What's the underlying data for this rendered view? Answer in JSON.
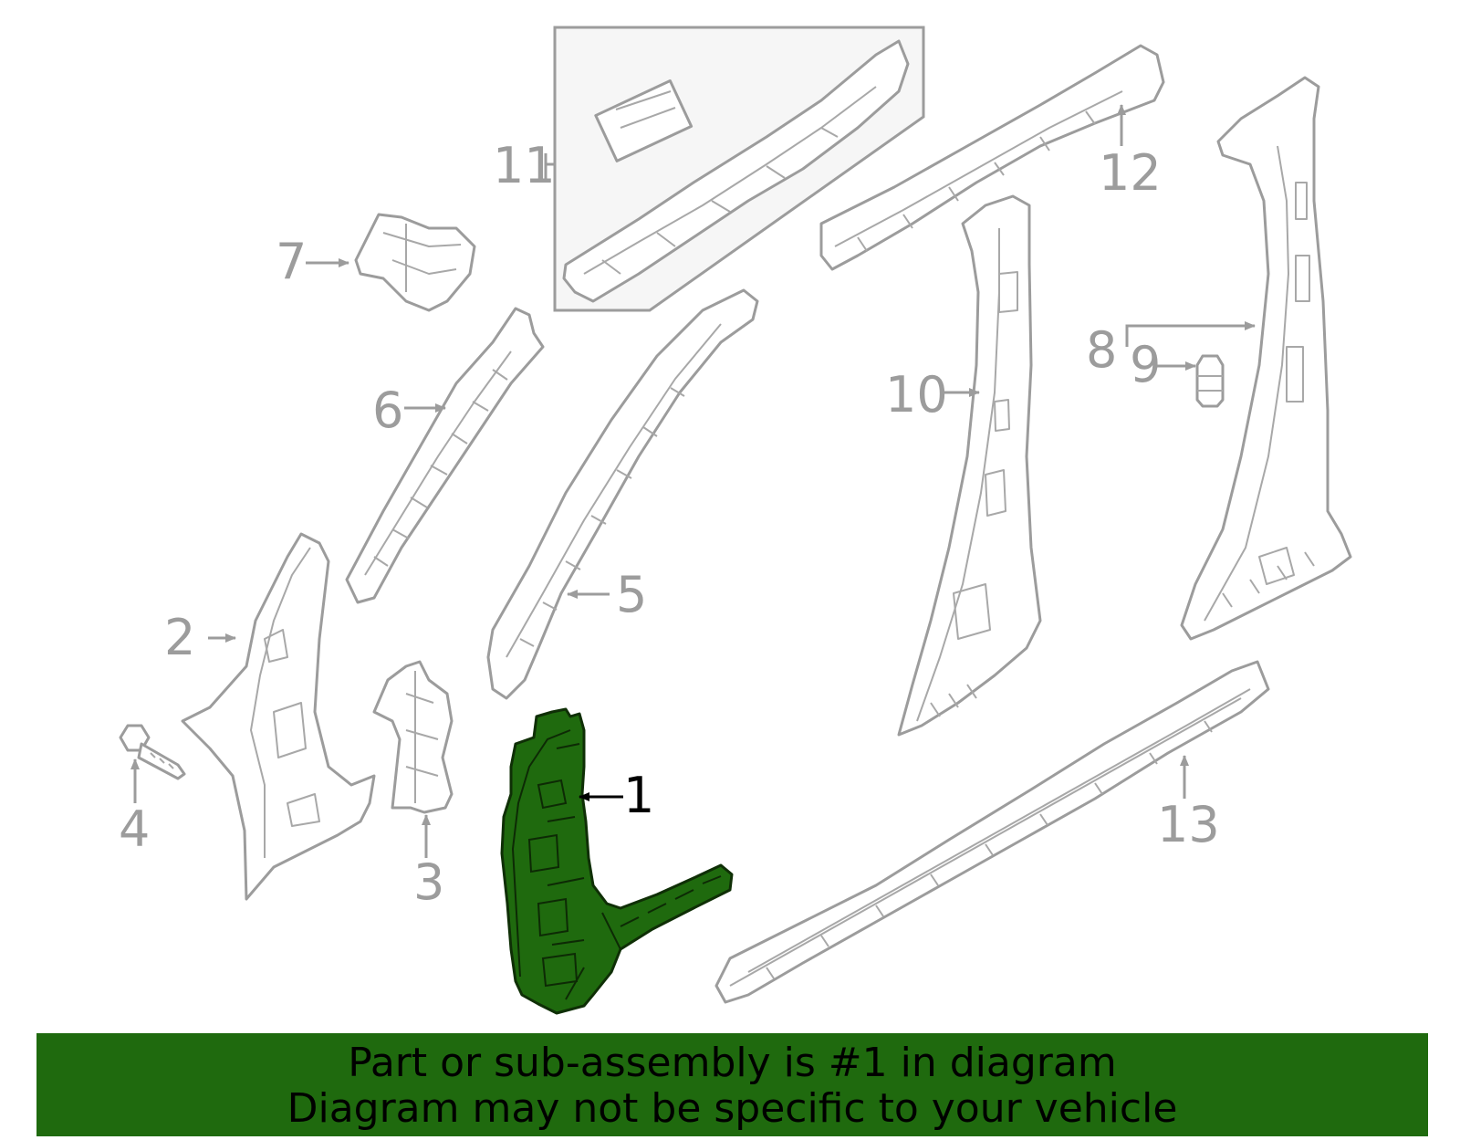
{
  "callouts": {
    "c1": "1",
    "c2": "2",
    "c3": "3",
    "c4": "4",
    "c5": "5",
    "c6": "6",
    "c7": "7",
    "c8": "8",
    "c9": "9",
    "c10": "10",
    "c11": "11",
    "c12": "12",
    "c13": "13"
  },
  "highlighted_part": "1",
  "colors": {
    "highlight": "#1f6a0e",
    "outline": "#9c9c9c",
    "banner": "#1f6a0e",
    "text": "#000000"
  },
  "banner": {
    "line1": "Part or sub-assembly is #1 in diagram",
    "line2": "Diagram may not be specific to your vehicle"
  }
}
